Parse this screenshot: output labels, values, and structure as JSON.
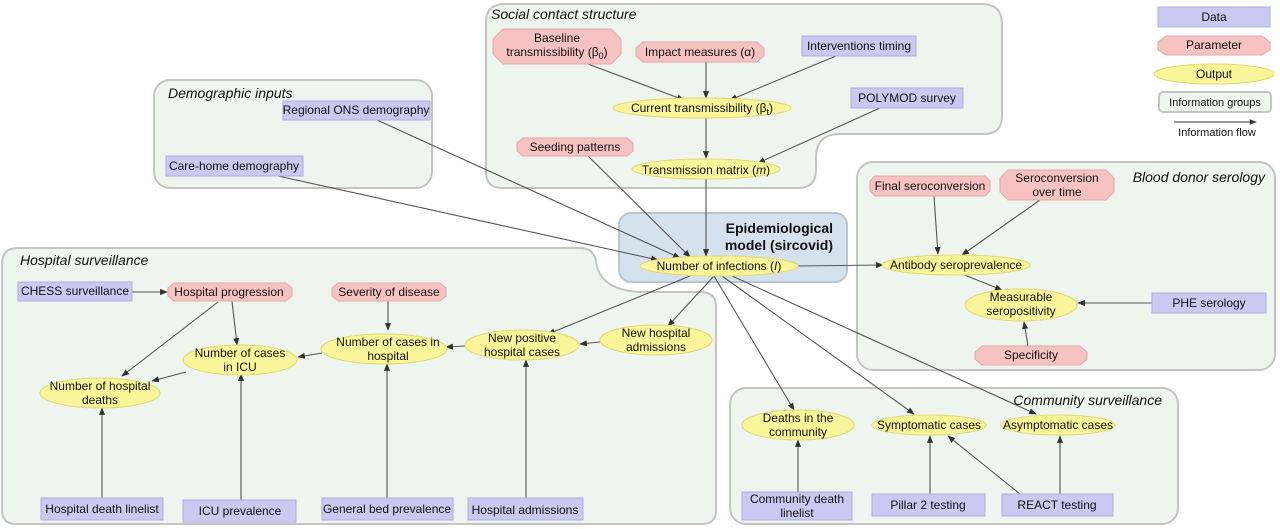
{
  "groups": {
    "social": "Social contact structure",
    "demographic": "Demographic inputs",
    "hospital": "Hospital surveillance",
    "blood": "Blood donor serology",
    "community": "Community surveillance"
  },
  "model": {
    "line1": "Epidemiological",
    "line2": "model (sircovid)"
  },
  "nodes": {
    "baseline": {
      "l1": "Baseline",
      "l2": "transmissibility (β",
      "sub": "0",
      "l2end": ")"
    },
    "impact": "Impact measures (α)",
    "interventions": "Interventions timing",
    "current": {
      "pre": "Current transmissibility (β",
      "sub": "t",
      "post": ")"
    },
    "polymod": "POLYMOD survey",
    "seeding": "Seeding patterns",
    "matrix": {
      "pre": "Transmission matrix (",
      "it": "m",
      "post": ")"
    },
    "regional": "Regional ONS demography",
    "carehome": "Care-home demography",
    "infections": {
      "pre": "Number of infections (",
      "it": "I",
      "post": ")"
    },
    "final_sero": "Final seroconversion",
    "sero_time": {
      "l1": "Seroconversion",
      "l2": "over time"
    },
    "antibody": "Antibody seroprevalence",
    "measurable": {
      "l1": "Measurable",
      "l2": "seropositivity"
    },
    "phe": "PHE serology",
    "specificity": "Specificity",
    "chess": "CHESS surveillance",
    "hosp_prog": "Hospital progression",
    "severity": "Severity of disease",
    "icu_cases": {
      "l1": "Number of cases",
      "l2": "in ICU"
    },
    "hosp_cases": {
      "l1": "Number of cases in",
      "l2": "hospital"
    },
    "new_pos": {
      "l1": "New positive",
      "l2": "hospital cases"
    },
    "new_adm": {
      "l1": "New hospital",
      "l2": "admissions"
    },
    "hosp_deaths": {
      "l1": "Number of hospital",
      "l2": "deaths"
    },
    "death_linelist": "Hospital death linelist",
    "icu_prev": "ICU prevalence",
    "bed_prev": "General bed prevalence",
    "hosp_adm": "Hospital admissions",
    "comm_deaths": {
      "l1": "Deaths in the",
      "l2": "community"
    },
    "symptomatic": "Symptomatic cases",
    "asymptomatic": "Asymptomatic cases",
    "comm_linelist": {
      "l1": "Community death",
      "l2": "linelist"
    },
    "pillar2": "Pillar 2 testing",
    "react": "REACT testing"
  },
  "legend": {
    "data": "Data",
    "parameter": "Parameter",
    "output": "Output",
    "groups": "Information groups",
    "flow": "Information flow"
  },
  "colors": {
    "data": "#c9c9f2",
    "parameter": "#f6c2c2",
    "output": "#fbf59a",
    "group_fill": "#eef4ee",
    "group_stroke": "#c4c4c4",
    "model_fill": "#d5e2ee"
  }
}
